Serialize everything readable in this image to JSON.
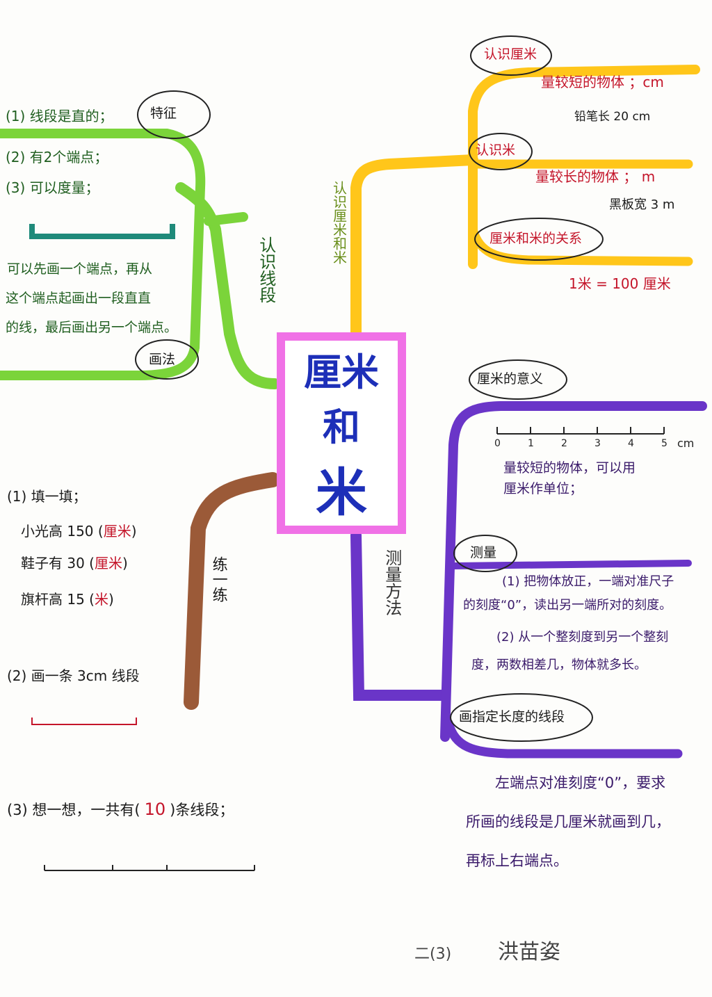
{
  "center": {
    "line1": "厘米",
    "line2": "和",
    "line3": "米"
  },
  "colors": {
    "green": "#7bd43a",
    "yellow": "#ffc61a",
    "purple": "#6a35c8",
    "brown": "#9b5a38",
    "pink": "#f071e6",
    "blue": "#1d2fb8",
    "red": "#c4152a"
  },
  "green_branch": {
    "title": "认识线段",
    "features_cloud": "特征",
    "features": [
      "(1) 线段是直的；",
      "(2) 有2个端点；",
      "(3) 可以度量；"
    ],
    "drawing_cloud": "画法",
    "drawing_text": [
      "可以先画一个端点，再从",
      "这个端点起画出一段直直",
      "的线，最后画出另一个端点。"
    ]
  },
  "yellow_branch": {
    "title": "认识厘米和米",
    "cm_cloud": "认识厘米",
    "cm_text": "量较短的物体 ；cm",
    "cm_example": "铅笔长 20 cm",
    "m_cloud": "认识米",
    "m_text": "量较长的物体 ； m",
    "m_example": "黑板宽 3 m",
    "relation_cloud": "厘米和米的关系",
    "relation_text": "1米 = 100 厘米"
  },
  "purple_branch": {
    "title": "测量方法",
    "meaning_cloud": "厘米的意义",
    "ruler_ticks": [
      "0",
      "1",
      "2",
      "3",
      "4",
      "5"
    ],
    "ruler_unit": "cm",
    "meaning_text": [
      "量较短的物体，可以用",
      "厘米作单位；"
    ],
    "measure_cloud": "测量",
    "measure_text": [
      "(1) 把物体放正，一端对准尺子",
      "的刻度“0”，读出另一端所对的刻度。",
      "(2) 从一个整刻度到另一个整刻",
      "度，两数相差几，物体就多长。"
    ],
    "draw_cloud": "画指定长度的线段",
    "draw_text": [
      "左端点对准刻度“0”，要求",
      "所画的线段是几厘米就画到几，",
      "再标上右端点。"
    ]
  },
  "brown_branch": {
    "title": "练一练",
    "q1": "(1) 填一填；",
    "q1_items": [
      {
        "text": "小光高 150 (",
        "answer": "厘米",
        "close": ")"
      },
      {
        "text": "鞋子有 30 (",
        "answer": "厘米",
        "close": ")"
      },
      {
        "text": "旗杆高 15 (",
        "answer": "米",
        "close": ")"
      }
    ],
    "q2": "(2) 画一条 3cm 线段",
    "q3_prefix": "(3) 想一想，一共有(",
    "q3_answer": "10",
    "q3_suffix": ")条线段；"
  },
  "signature": {
    "class": "二(3)",
    "name": "洪苗姿"
  }
}
